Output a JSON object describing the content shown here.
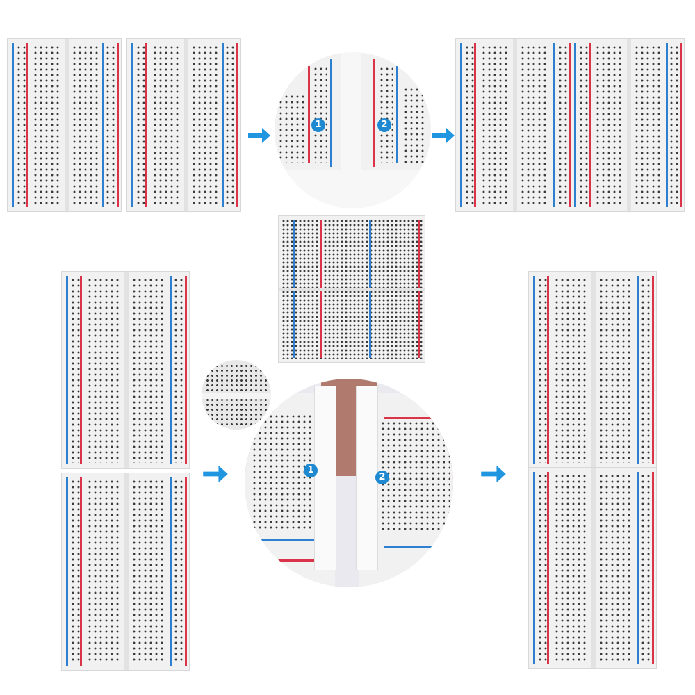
{
  "image": {
    "description": "Product photo showing how solderless breadboards snap together side-by-side and end-to-end",
    "colors": {
      "arrow": "#2196e0",
      "rail_red": "#d9344a",
      "rail_blue": "#2f7fd0",
      "board": "#f1f1f1",
      "badge": "#1e88d0"
    },
    "steps": {
      "top_left_badges": [
        "1",
        "2"
      ],
      "bottom_badges": [
        "1",
        "2"
      ]
    },
    "rail_labels": {
      "plus": "+",
      "minus": "−"
    }
  }
}
